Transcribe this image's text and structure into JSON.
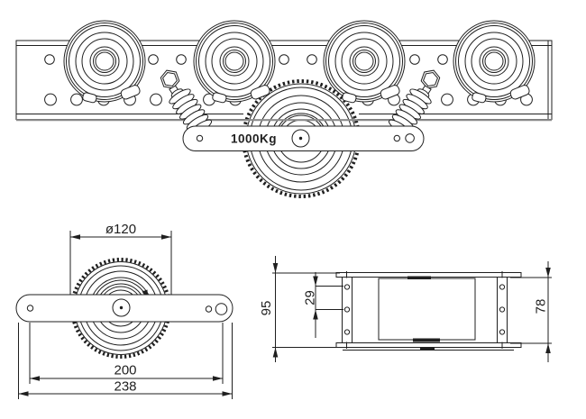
{
  "colors": {
    "ink": "#1f1f1f",
    "background": "#ffffff",
    "rail_edge_gray": "#8d8d8d"
  },
  "top_view": {
    "capacity_label": "1000Kg"
  },
  "front_view": {
    "dim_diameter": "ø120",
    "dim_hole_span": "200",
    "dim_overall_length": "238"
  },
  "side_view": {
    "dim_overall_height": "95",
    "dim_hole_pitch": "29",
    "dim_inner_height": "78"
  }
}
